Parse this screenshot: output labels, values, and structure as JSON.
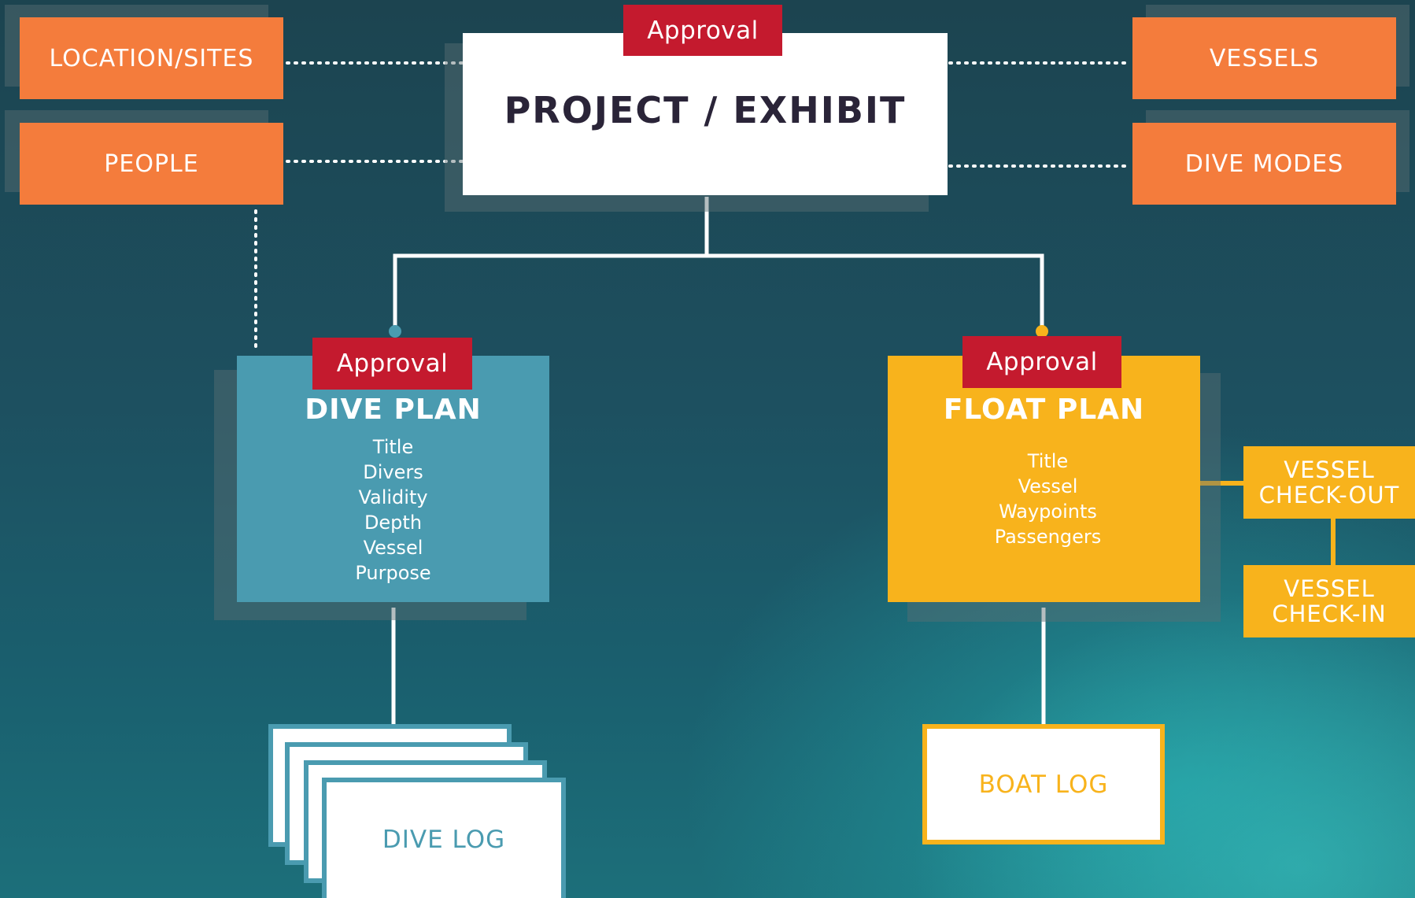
{
  "top": {
    "approval": "Approval",
    "title": "PROJECT / EXHIBIT",
    "left_items": [
      "LOCATION/SITES",
      "PEOPLE"
    ],
    "right_items": [
      "VESSELS",
      "DIVE MODES"
    ]
  },
  "dive_plan": {
    "approval": "Approval",
    "title": "DIVE PLAN",
    "fields": [
      "Title",
      "Divers",
      "Validity",
      "Depth",
      "Vessel",
      "Purpose"
    ],
    "log": "DIVE LOG"
  },
  "float_plan": {
    "approval": "Approval",
    "title": "FLOAT PLAN",
    "fields": [
      "Title",
      "Vessel",
      "Waypoints",
      "Passengers"
    ],
    "log": "BOAT LOG",
    "side_items": [
      "VESSEL\nCHECK-OUT",
      "VESSEL\nCHECK-IN"
    ]
  },
  "colors": {
    "orange": "#f47c3c",
    "approval_red": "#c41a2e",
    "dive_blue": "#4a9bb0",
    "float_yellow": "#f8b31c",
    "title_dark": "#2a2438"
  }
}
